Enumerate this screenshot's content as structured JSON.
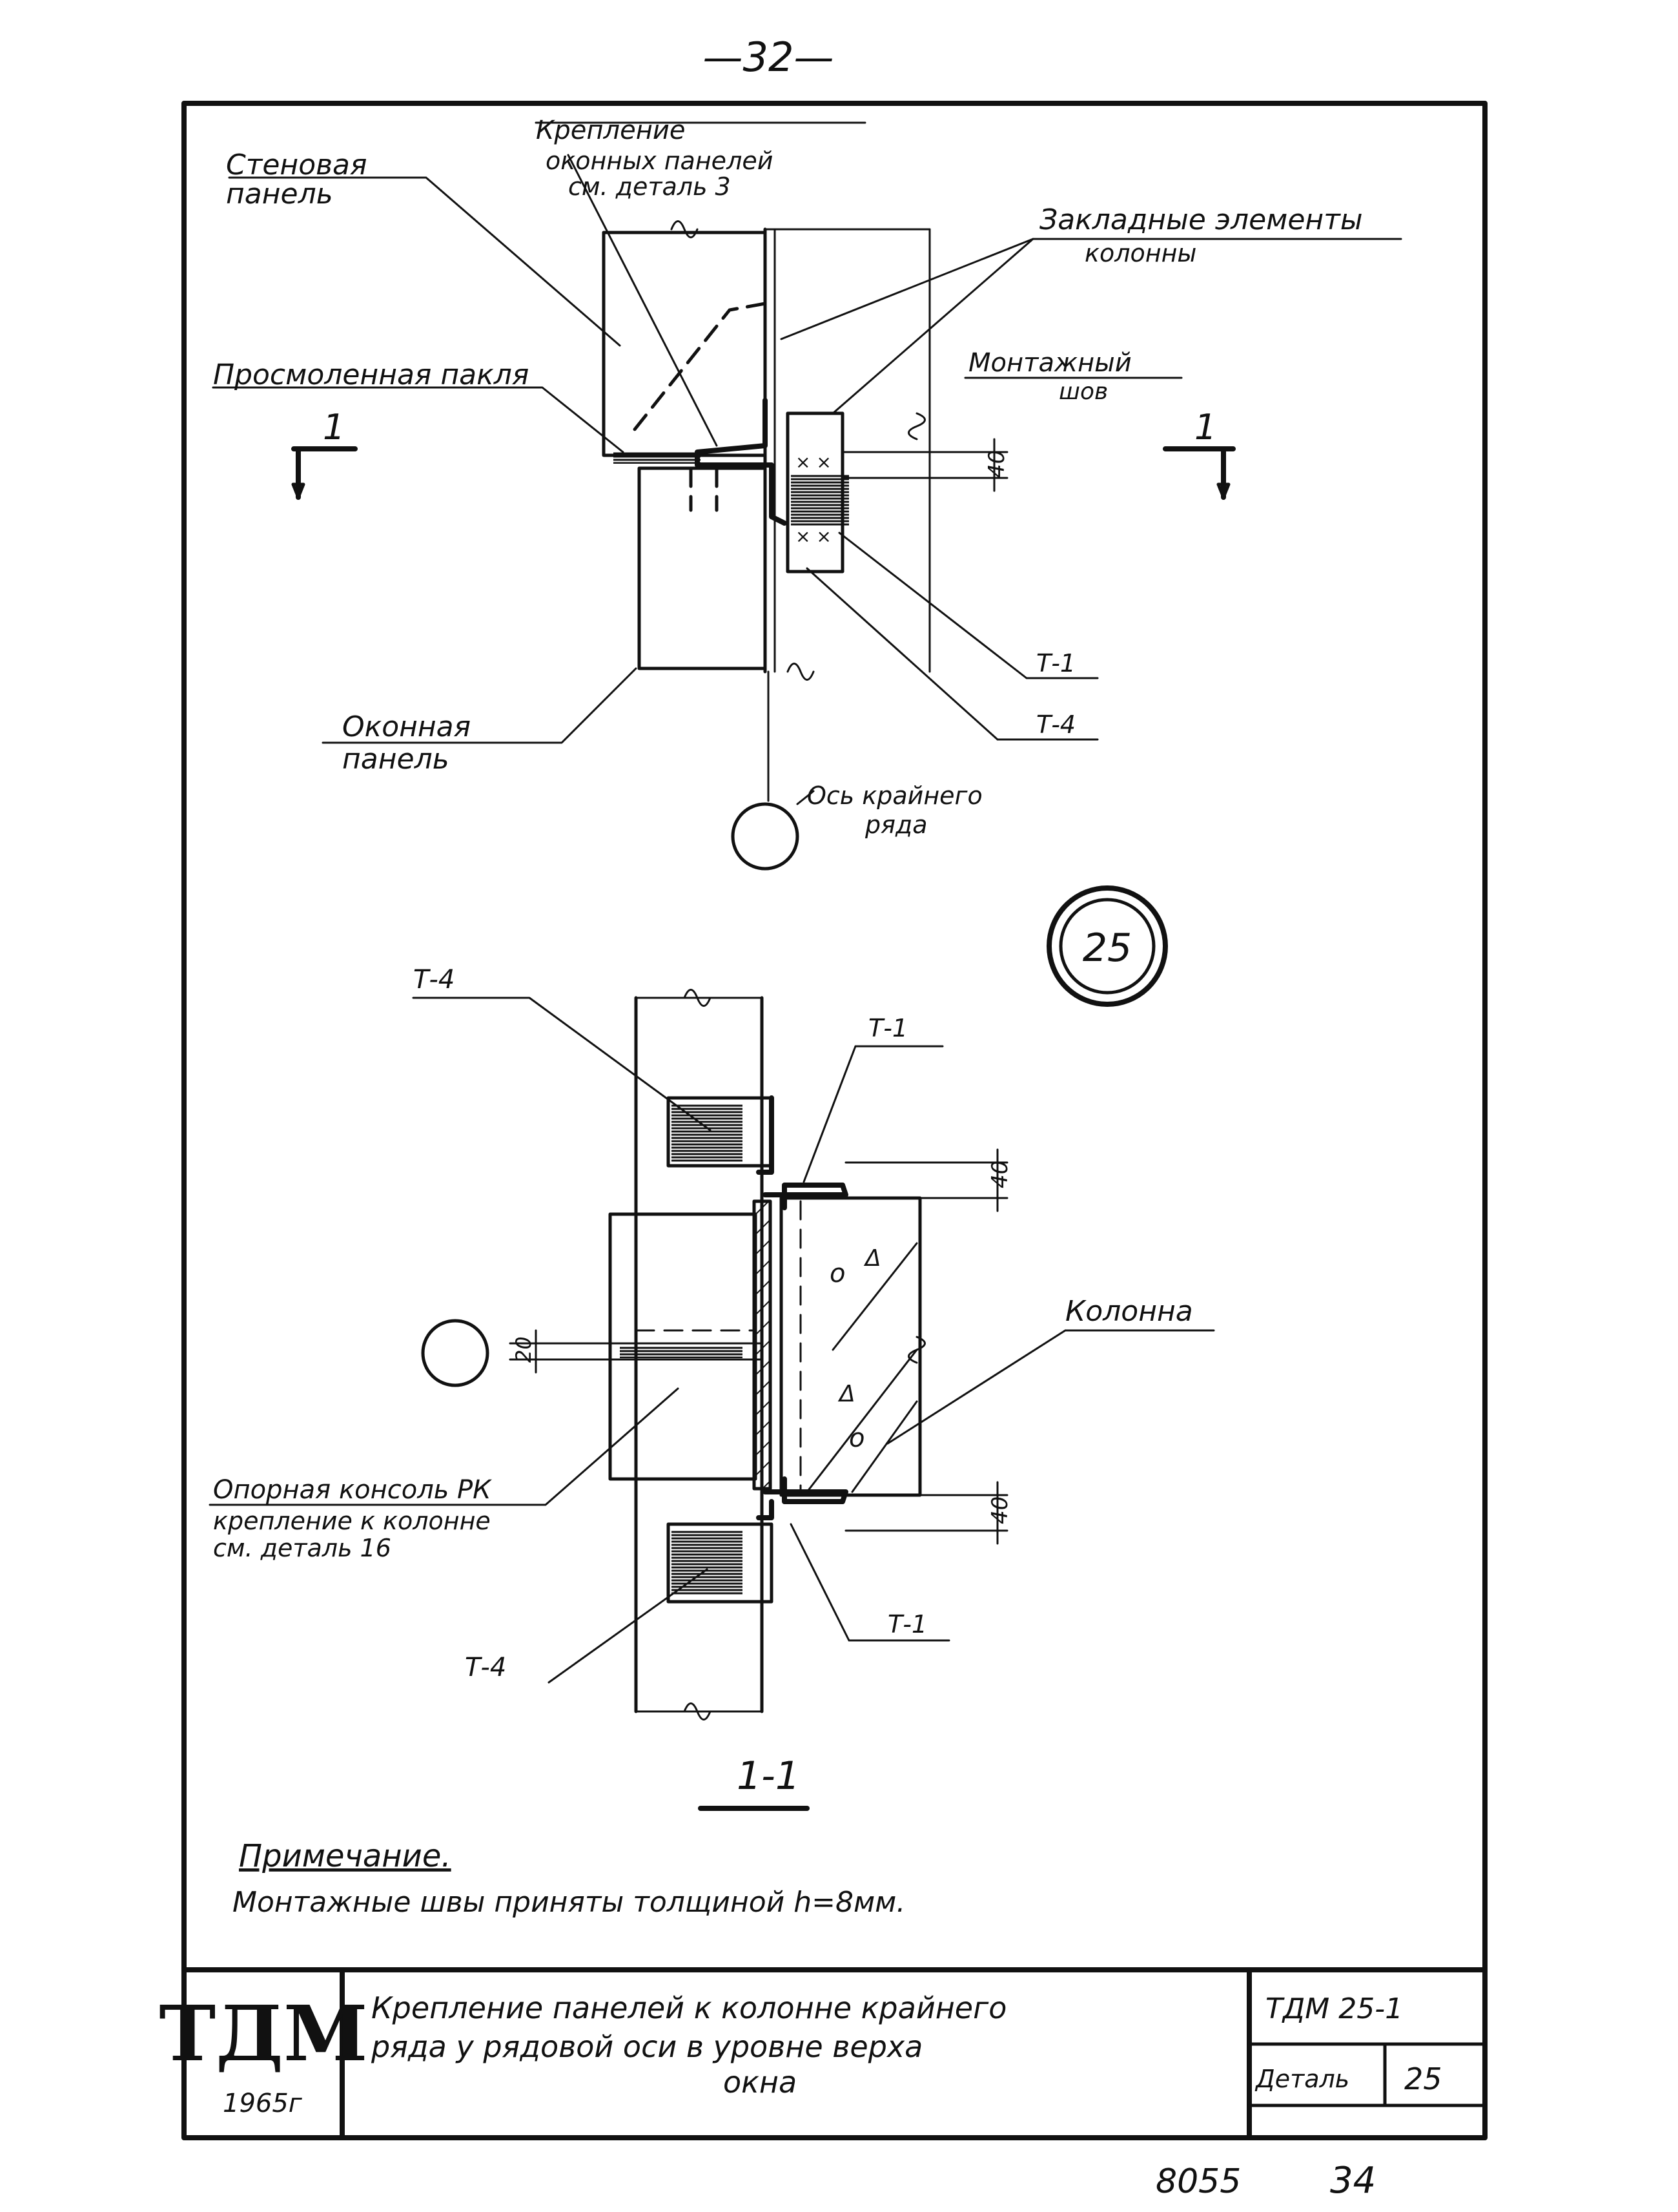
{
  "page_number": "—32—",
  "top_view": {
    "label_wall_panel": [
      "Стеновая",
      "панель"
    ],
    "label_fastening": [
      "Крепление",
      "оконных панелей",
      "см. деталь 3"
    ],
    "label_embedded": [
      "Закладные элементы",
      "колонны"
    ],
    "label_oakum": "Просмоленная пакля",
    "label_weld": [
      "Монтажный",
      "шов"
    ],
    "section_mark": "1",
    "dim_40": "40",
    "label_t1": "Т-1",
    "label_t4": "Т-4",
    "label_window_panel": [
      "Оконная",
      "панель"
    ],
    "label_axis": [
      "Ось крайнего",
      "ряда"
    ]
  },
  "detail_number": "25",
  "section_view": {
    "label_t4_top": "Т-4",
    "label_t1_top": "Т-1",
    "dim_40_top": "40",
    "label_column": "Колонна",
    "dim_20": "20",
    "label_console": [
      "Опорная консоль РК",
      "крепление к колонне",
      "см. деталь 16"
    ],
    "dim_40_bottom": "40",
    "label_t1_bottom": "Т-1",
    "label_t4_bottom": "Т-4",
    "section_title": "1-1"
  },
  "note": {
    "heading": "Примечание.",
    "text": "Монтажные швы приняты толщиной h=8мм."
  },
  "title_block": {
    "logo": "ТДМ",
    "year": "1965г",
    "title": [
      "Крепление панелей к колонне крайнего",
      "ряда у рядовой оси в уровне верха",
      "окна"
    ],
    "code": "ТДМ 25-1",
    "detail_label": "Деталь",
    "detail_value": "25"
  },
  "footer": {
    "number": "8055",
    "page": "34"
  }
}
